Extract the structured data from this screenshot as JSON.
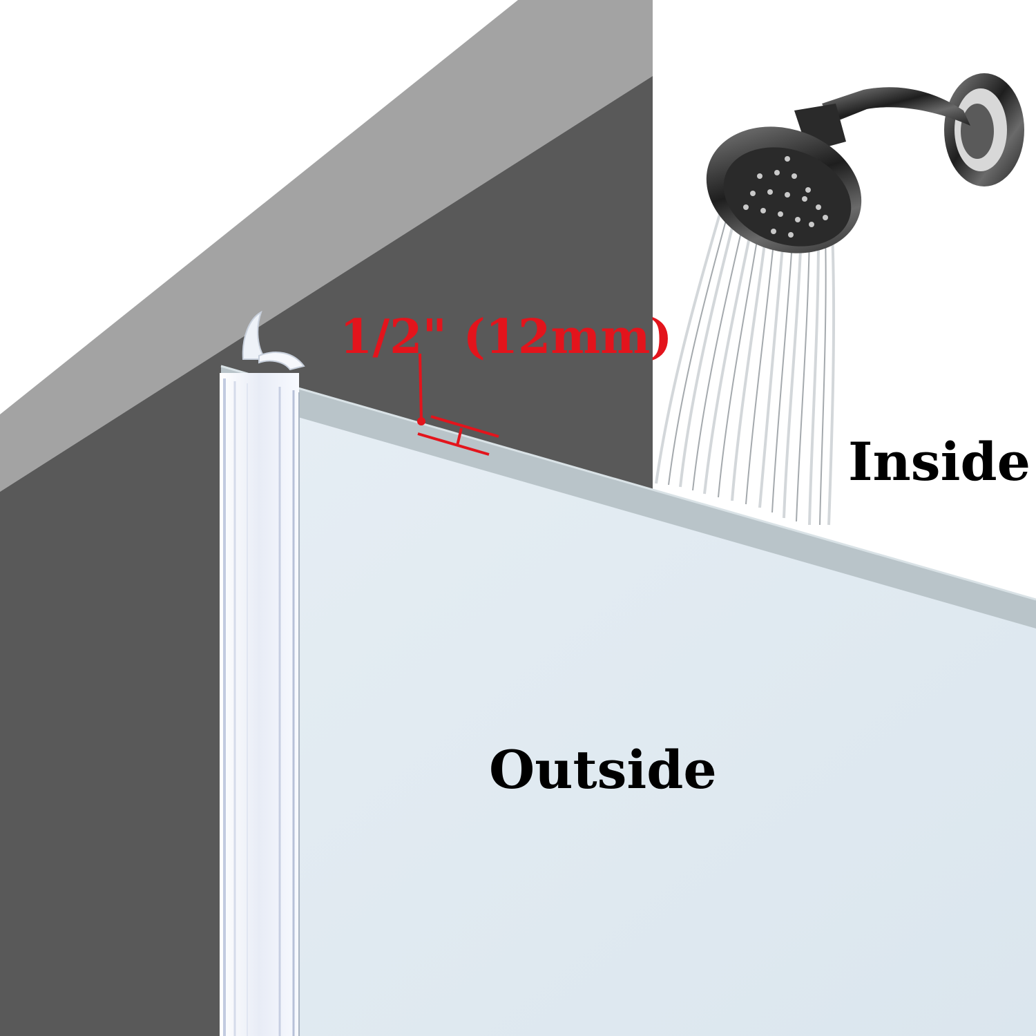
{
  "labels": {
    "measurement": "1/2\" (12mm)",
    "inside": "Inside",
    "outside": "Outside"
  },
  "colors": {
    "ceiling": "#a3a3a3",
    "wall_dark": "#595959",
    "glass": "#dfe9f0",
    "glass_edge": "#b9c4c9",
    "seal": "#f3f6fb",
    "measure": "#e3141c",
    "text": "#000000",
    "shower_metal": "#3a3a3a"
  },
  "icons": {
    "shower": "shower-head-icon",
    "seal_strip": "seal-strip-icon"
  }
}
